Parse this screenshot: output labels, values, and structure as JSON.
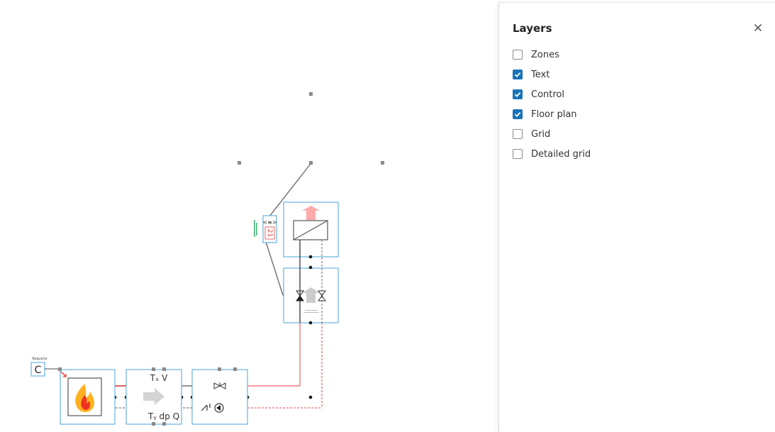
{
  "layers_panel": {
    "title": "Layers",
    "close_icon": "close-icon",
    "items": [
      {
        "label": "Zones",
        "checked": false
      },
      {
        "label": "Text",
        "checked": true
      },
      {
        "label": "Control",
        "checked": true
      },
      {
        "label": "Floor plan",
        "checked": true
      },
      {
        "label": "Grid",
        "checked": false
      },
      {
        "label": "Detailed grid",
        "checked": false
      }
    ]
  },
  "diagram": {
    "sequence_caption": "Sequenz",
    "controller_label": "C",
    "sensor_value": "21",
    "tx_label": "Tₓ V",
    "ty_label": "Tᵧ dp Q",
    "colors": {
      "box_stroke": "#4aa3d9",
      "supply_pipe": "#f05050",
      "return_pipe": "#e64545",
      "control_line": "#6e6e6e",
      "accent_green": "#3cb371"
    }
  }
}
